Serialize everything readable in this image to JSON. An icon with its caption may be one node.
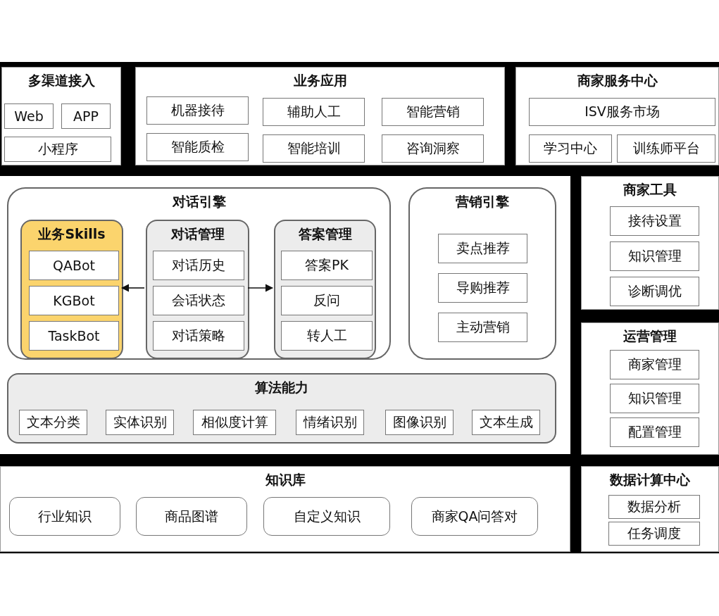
{
  "diagram": {
    "nodes": [
      {
        "text": [
          "多渠道接入"
        ]
      },
      {
        "text": [
          "Web"
        ],
        "in": 0
      },
      {
        "text": [
          "APP"
        ],
        "in": 0
      },
      {
        "text": [
          "小程序"
        ],
        "in": 0
      },
      {
        "text": [
          "业务应用"
        ]
      },
      {
        "text": [
          "机器接待"
        ],
        "in": 4
      },
      {
        "text": [
          "辅助人工"
        ],
        "in": 4
      },
      {
        "text": [
          "智能营销"
        ],
        "in": 4
      },
      {
        "text": [
          "智能质检"
        ],
        "in": 4
      },
      {
        "text": [
          "智能培训"
        ],
        "in": 4
      },
      {
        "text": [
          "咨询洞察"
        ],
        "in": 4
      },
      {
        "text": [
          "商家服务中心"
        ]
      },
      {
        "text": [
          "ISV服务市场"
        ],
        "in": 11
      },
      {
        "text": [
          "学习中心"
        ],
        "in": 11
      },
      {
        "text": [
          "训练师平台"
        ],
        "in": 11
      },
      {
        "text": [
          "对话引擎"
        ]
      },
      {
        "text": [
          "业务Skills"
        ],
        "in": 15
      },
      {
        "text": [
          "QABot"
        ],
        "in": 16
      },
      {
        "text": [
          "KGBot"
        ],
        "in": 16
      },
      {
        "text": [
          "TaskBot"
        ],
        "in": 16
      },
      {
        "text": [
          "对话管理"
        ],
        "in": 15
      },
      {
        "text": [
          "对话历史"
        ],
        "in": 20
      },
      {
        "text": [
          "会话状态"
        ],
        "in": 20
      },
      {
        "text": [
          "对话策略"
        ],
        "in": 20
      },
      {
        "text": [
          "答案管理"
        ],
        "in": 15
      },
      {
        "text": [
          "答案PK"
        ],
        "in": 24
      },
      {
        "text": [
          "反问"
        ],
        "in": 24
      },
      {
        "text": [
          "转人工"
        ],
        "in": 24
      },
      {
        "text": [
          "营销引擎"
        ]
      },
      {
        "text": [
          "卖点推荐"
        ],
        "in": 28
      },
      {
        "text": [
          "导购推荐"
        ],
        "in": 28
      },
      {
        "text": [
          "主动营销"
        ],
        "in": 28
      },
      {
        "text": [
          "算法能力"
        ]
      },
      {
        "text": [
          "文本分类"
        ],
        "in": 32
      },
      {
        "text": [
          "实体识别"
        ],
        "in": 32
      },
      {
        "text": [
          "相似度计算"
        ],
        "in": 32
      },
      {
        "text": [
          "情绪识别"
        ],
        "in": 32
      },
      {
        "text": [
          "图像识别"
        ],
        "in": 32
      },
      {
        "text": [
          "文本生成"
        ],
        "in": 32
      },
      {
        "text": [
          "商家工具"
        ]
      },
      {
        "text": [
          "接待设置"
        ],
        "in": 39
      },
      {
        "text": [
          "知识管理"
        ],
        "in": 39
      },
      {
        "text": [
          "诊断调优"
        ],
        "in": 39
      },
      {
        "text": [
          "运营管理"
        ]
      },
      {
        "text": [
          "商家管理"
        ],
        "in": 43
      },
      {
        "text": [
          "知识管理"
        ],
        "in": 43
      },
      {
        "text": [
          "配置管理"
        ],
        "in": 43
      },
      {
        "text": [
          "知识库"
        ]
      },
      {
        "text": [
          "行业知识"
        ],
        "in": 47
      },
      {
        "text": [
          "商品图谱"
        ],
        "in": 47
      },
      {
        "text": [
          "自定义知识"
        ],
        "in": 47
      },
      {
        "text": [
          "商家QA问答对"
        ],
        "in": 47
      },
      {
        "text": [
          "数据计算中心"
        ]
      },
      {
        "text": [
          "数据分析"
        ],
        "in": 52
      },
      {
        "text": [
          "任务调度"
        ],
        "in": 52
      }
    ],
    "edges": [
      {
        "from": 20,
        "to": 16,
        "arrow": "to"
      },
      {
        "from": 20,
        "to": 24,
        "arrow": "to"
      }
    ]
  }
}
